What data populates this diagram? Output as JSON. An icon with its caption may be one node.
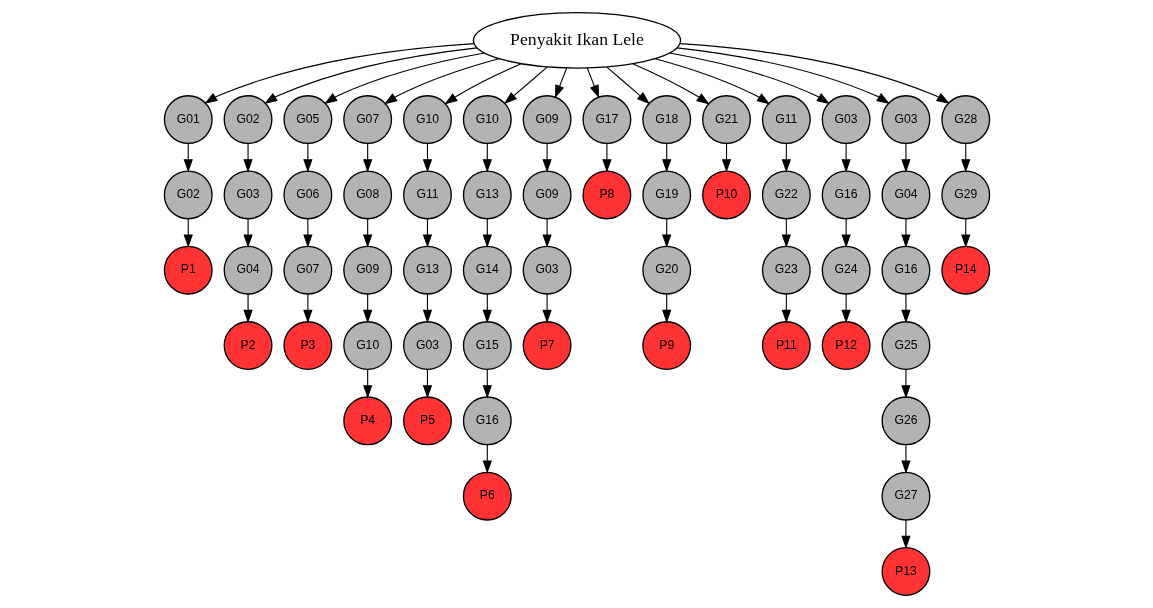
{
  "diagram": {
    "nodes": [
      {
        "text": [
          "Penyakit Ikan Lele"
        ]
      },
      {
        "text": [
          "G01"
        ]
      },
      {
        "text": [
          "G02"
        ]
      },
      {
        "text": [
          "P1"
        ]
      },
      {
        "text": [
          "G02"
        ]
      },
      {
        "text": [
          "G03"
        ]
      },
      {
        "text": [
          "G04"
        ]
      },
      {
        "text": [
          "P2"
        ]
      },
      {
        "text": [
          "G05"
        ]
      },
      {
        "text": [
          "G06"
        ]
      },
      {
        "text": [
          "G07"
        ]
      },
      {
        "text": [
          "P3"
        ]
      },
      {
        "text": [
          "G07"
        ]
      },
      {
        "text": [
          "G08"
        ]
      },
      {
        "text": [
          "G09"
        ]
      },
      {
        "text": [
          "G10"
        ]
      },
      {
        "text": [
          "P4"
        ]
      },
      {
        "text": [
          "G10"
        ]
      },
      {
        "text": [
          "G11"
        ]
      },
      {
        "text": [
          "G13"
        ]
      },
      {
        "text": [
          "G03"
        ]
      },
      {
        "text": [
          "P5"
        ]
      },
      {
        "text": [
          "G10"
        ]
      },
      {
        "text": [
          "G13"
        ]
      },
      {
        "text": [
          "G14"
        ]
      },
      {
        "text": [
          "G15"
        ]
      },
      {
        "text": [
          "G16"
        ]
      },
      {
        "text": [
          "P6"
        ]
      },
      {
        "text": [
          "G09"
        ]
      },
      {
        "text": [
          "G09"
        ]
      },
      {
        "text": [
          "G03"
        ]
      },
      {
        "text": [
          "P7"
        ]
      },
      {
        "text": [
          "G17"
        ]
      },
      {
        "text": [
          "P8"
        ]
      },
      {
        "text": [
          "G18"
        ]
      },
      {
        "text": [
          "G19"
        ]
      },
      {
        "text": [
          "G20"
        ]
      },
      {
        "text": [
          "P9"
        ]
      },
      {
        "text": [
          "G21"
        ]
      },
      {
        "text": [
          "P10"
        ]
      },
      {
        "text": [
          "G11"
        ]
      },
      {
        "text": [
          "G22"
        ]
      },
      {
        "text": [
          "G23"
        ]
      },
      {
        "text": [
          "P11"
        ]
      },
      {
        "text": [
          "G03"
        ]
      },
      {
        "text": [
          "G16"
        ]
      },
      {
        "text": [
          "G24"
        ]
      },
      {
        "text": [
          "P12"
        ]
      },
      {
        "text": [
          "G03"
        ]
      },
      {
        "text": [
          "G04"
        ]
      },
      {
        "text": [
          "G16"
        ]
      },
      {
        "text": [
          "G25"
        ]
      },
      {
        "text": [
          "G26"
        ]
      },
      {
        "text": [
          "G27"
        ]
      },
      {
        "text": [
          "P13"
        ]
      },
      {
        "text": [
          "G28"
        ]
      },
      {
        "text": [
          "G29"
        ]
      },
      {
        "text": [
          "P14"
        ]
      }
    ],
    "edges": [
      {
        "from": 0,
        "to": 1,
        "arrow": "to"
      },
      {
        "from": 1,
        "to": 2,
        "arrow": "to"
      },
      {
        "from": 2,
        "to": 3,
        "arrow": "to"
      },
      {
        "from": 0,
        "to": 4,
        "arrow": "to"
      },
      {
        "from": 4,
        "to": 5,
        "arrow": "to"
      },
      {
        "from": 5,
        "to": 6,
        "arrow": "to"
      },
      {
        "from": 6,
        "to": 7,
        "arrow": "to"
      },
      {
        "from": 0,
        "to": 8,
        "arrow": "to"
      },
      {
        "from": 8,
        "to": 9,
        "arrow": "to"
      },
      {
        "from": 9,
        "to": 10,
        "arrow": "to"
      },
      {
        "from": 10,
        "to": 11,
        "arrow": "to"
      },
      {
        "from": 0,
        "to": 12,
        "arrow": "to"
      },
      {
        "from": 12,
        "to": 13,
        "arrow": "to"
      },
      {
        "from": 13,
        "to": 14,
        "arrow": "to"
      },
      {
        "from": 14,
        "to": 15,
        "arrow": "to"
      },
      {
        "from": 15,
        "to": 16,
        "arrow": "to"
      },
      {
        "from": 0,
        "to": 17,
        "arrow": "to"
      },
      {
        "from": 17,
        "to": 18,
        "arrow": "to"
      },
      {
        "from": 18,
        "to": 19,
        "arrow": "to"
      },
      {
        "from": 19,
        "to": 20,
        "arrow": "to"
      },
      {
        "from": 20,
        "to": 21,
        "arrow": "to"
      },
      {
        "from": 0,
        "to": 22,
        "arrow": "to"
      },
      {
        "from": 22,
        "to": 23,
        "arrow": "to"
      },
      {
        "from": 23,
        "to": 24,
        "arrow": "to"
      },
      {
        "from": 24,
        "to": 25,
        "arrow": "to"
      },
      {
        "from": 25,
        "to": 26,
        "arrow": "to"
      },
      {
        "from": 26,
        "to": 27,
        "arrow": "to"
      },
      {
        "from": 0,
        "to": 28,
        "arrow": "to"
      },
      {
        "from": 28,
        "to": 29,
        "arrow": "to"
      },
      {
        "from": 29,
        "to": 30,
        "arrow": "to"
      },
      {
        "from": 30,
        "to": 31,
        "arrow": "to"
      },
      {
        "from": 0,
        "to": 32,
        "arrow": "to"
      },
      {
        "from": 32,
        "to": 33,
        "arrow": "to"
      },
      {
        "from": 0,
        "to": 34,
        "arrow": "to"
      },
      {
        "from": 34,
        "to": 35,
        "arrow": "to"
      },
      {
        "from": 35,
        "to": 36,
        "arrow": "to"
      },
      {
        "from": 36,
        "to": 37,
        "arrow": "to"
      },
      {
        "from": 0,
        "to": 38,
        "arrow": "to"
      },
      {
        "from": 38,
        "to": 39,
        "arrow": "to"
      },
      {
        "from": 0,
        "to": 40,
        "arrow": "to"
      },
      {
        "from": 40,
        "to": 41,
        "arrow": "to"
      },
      {
        "from": 41,
        "to": 42,
        "arrow": "to"
      },
      {
        "from": 42,
        "to": 43,
        "arrow": "to"
      },
      {
        "from": 0,
        "to": 44,
        "arrow": "to"
      },
      {
        "from": 44,
        "to": 45,
        "arrow": "to"
      },
      {
        "from": 45,
        "to": 46,
        "arrow": "to"
      },
      {
        "from": 46,
        "to": 47,
        "arrow": "to"
      },
      {
        "from": 0,
        "to": 48,
        "arrow": "to"
      },
      {
        "from": 48,
        "to": 49,
        "arrow": "to"
      },
      {
        "from": 49,
        "to": 50,
        "arrow": "to"
      },
      {
        "from": 50,
        "to": 51,
        "arrow": "to"
      },
      {
        "from": 51,
        "to": 52,
        "arrow": "to"
      },
      {
        "from": 52,
        "to": 53,
        "arrow": "to"
      },
      {
        "from": 53,
        "to": 54,
        "arrow": "to"
      },
      {
        "from": 0,
        "to": 55,
        "arrow": "to"
      },
      {
        "from": 55,
        "to": 56,
        "arrow": "to"
      },
      {
        "from": 56,
        "to": 57,
        "arrow": "to"
      }
    ]
  }
}
